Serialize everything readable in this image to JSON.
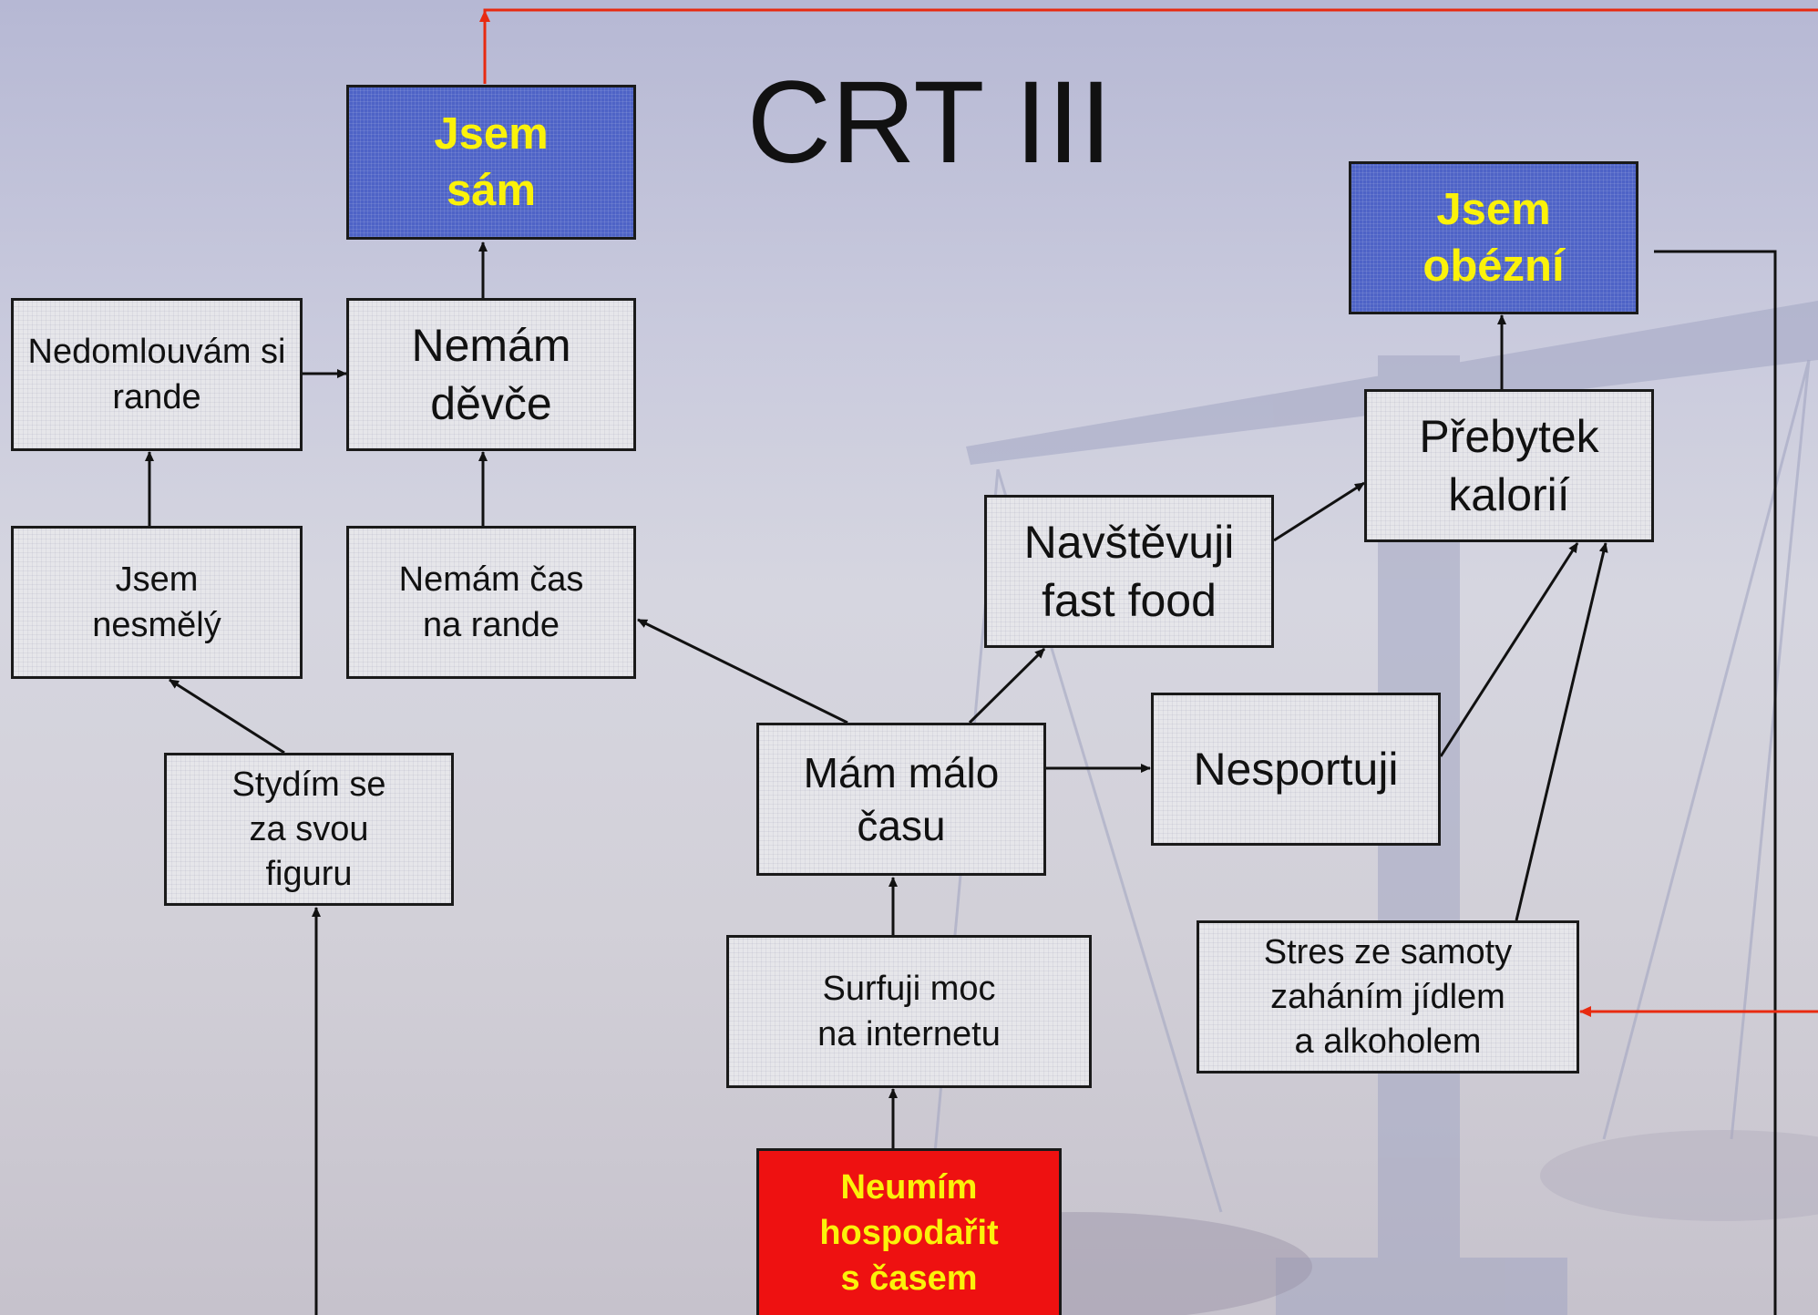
{
  "title": "CRT III",
  "colors": {
    "goal_fill": "#4e63c6",
    "goal_text": "#fbf20a",
    "root_fill": "#ee1111",
    "node_fill": "#e6e6ea",
    "feedback_arrow": "#e82a10",
    "arrow": "#111111"
  },
  "nodes": {
    "jsem_sam": "Jsem\nsám",
    "jsem_obezni": "Jsem\nobézní",
    "nedomlouvam": "Nedomlouvám si\nrande",
    "nemam_devce": "Nemám\nděvče",
    "prebytek": "Přebytek\nkalorií",
    "navstevuji": "Navštěvuji\nfast food",
    "jsem_nesmely": "Jsem\nnesmělý",
    "nemam_cas": "Nemám čas\nna rande",
    "nesportuji": "Nesportuji",
    "stydim": "Stydím se\nza svou\nfiguru",
    "mam_malo": "Mám málo\nčasu",
    "stres": "Stres ze samoty\nzaháním jídlem\na alkoholem",
    "surfuji": "Surfuji  moc\nna internetu",
    "neumim": "Neumím\nhospodařit\ns časem"
  }
}
